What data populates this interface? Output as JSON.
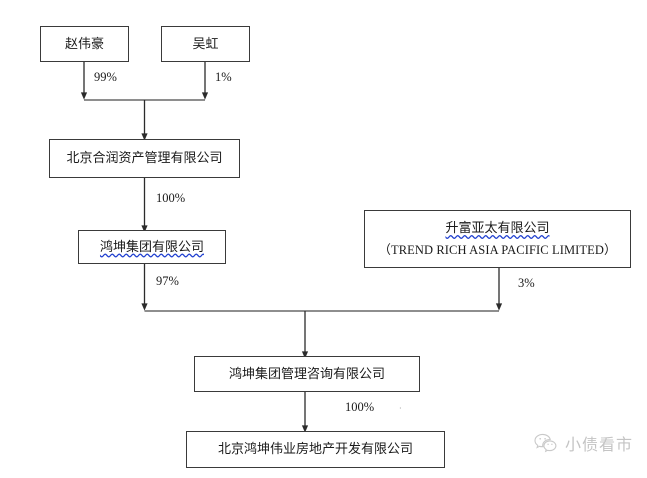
{
  "diagram": {
    "type": "org-ownership-chart",
    "title": "",
    "nodes": [
      {
        "id": "zhao",
        "name_cn": "赵伟豪",
        "name_en": "",
        "spellcheck_cn": false
      },
      {
        "id": "wu",
        "name_cn": "吴虹",
        "name_en": "",
        "spellcheck_cn": false
      },
      {
        "id": "herun",
        "name_cn": "北京合润资产管理有限公司",
        "name_en": "",
        "spellcheck_cn": false
      },
      {
        "id": "hongkun",
        "name_cn": "鸿坤集团有限公司",
        "name_en": "",
        "spellcheck_cn": true,
        "spellcheck_chars": 3
      },
      {
        "id": "trendrich",
        "name_cn": "升富亚太有限公司",
        "name_en": "（TREND RICH ASIA PACIFIC LIMITED）",
        "spellcheck_cn": true,
        "spellcheck_chars": 4
      },
      {
        "id": "consulting",
        "name_cn": "鸿坤集团管理咨询有限公司",
        "name_en": "",
        "spellcheck_cn": false
      },
      {
        "id": "weiye",
        "name_cn": "北京鸿坤伟业房地产开发有限公司",
        "name_en": "",
        "spellcheck_cn": false
      }
    ],
    "edges": [
      {
        "from": "zhao",
        "to": "herun",
        "label": "99%"
      },
      {
        "from": "wu",
        "to": "herun",
        "label": "1%"
      },
      {
        "from": "herun",
        "to": "hongkun",
        "label": "100%"
      },
      {
        "from": "hongkun",
        "to": "consulting",
        "label": "97%"
      },
      {
        "from": "trendrich",
        "to": "consulting",
        "label": "3%"
      },
      {
        "from": "consulting",
        "to": "weiye",
        "label": "100%"
      }
    ],
    "stray_mark": "·"
  },
  "watermark": {
    "icon": "wechat-icon",
    "text": "小债看市"
  },
  "colors": {
    "box_border": "#3a3a3a",
    "connector": "#2b2b2b",
    "text": "#1a1a1a",
    "spellcheck": "#2342d0",
    "watermark": "#c4c4c4",
    "background": "#ffffff"
  }
}
